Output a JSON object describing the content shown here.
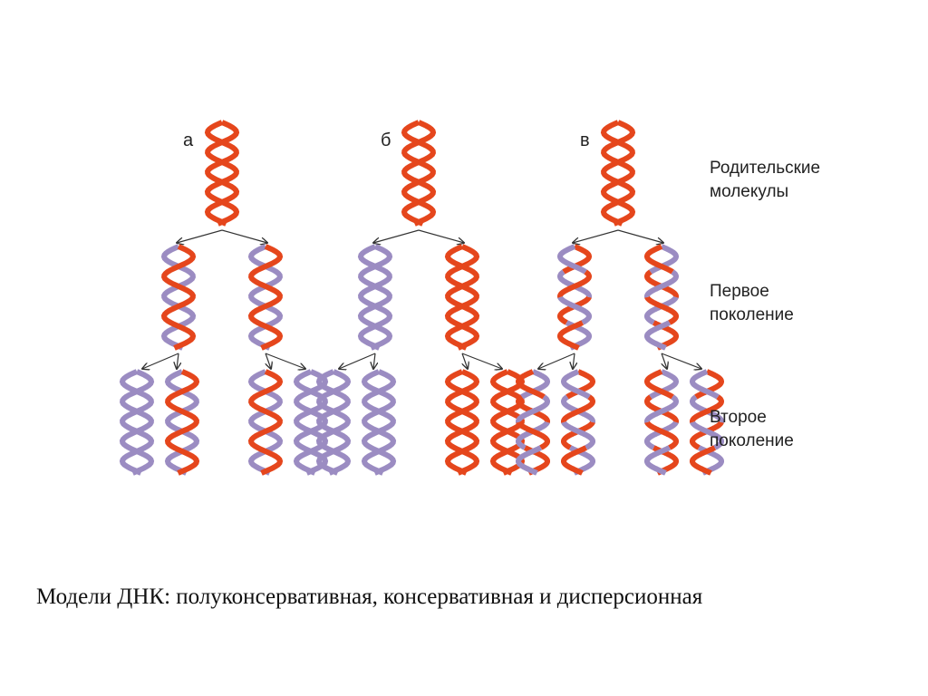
{
  "colors": {
    "parental": "#e5461c",
    "new": "#9b8cc2",
    "arrow": "#333333"
  },
  "models": [
    {
      "letter": "а",
      "parent": [
        "P",
        "P"
      ],
      "gen1": [
        [
          "P",
          "N"
        ],
        [
          "P",
          "N"
        ]
      ],
      "gen2": [
        [
          "N",
          "N"
        ],
        [
          "P",
          "N"
        ],
        [
          "P",
          "N"
        ],
        [
          "N",
          "N"
        ]
      ]
    },
    {
      "letter": "б",
      "parent": [
        "P",
        "P"
      ],
      "gen1": [
        [
          "N",
          "N"
        ],
        [
          "P",
          "P"
        ]
      ],
      "gen2": [
        [
          "N",
          "N"
        ],
        [
          "N",
          "N"
        ],
        [
          "P",
          "P"
        ],
        [
          "P",
          "P"
        ]
      ]
    },
    {
      "letter": "в",
      "parent": [
        "P",
        "P"
      ],
      "gen1": [
        [
          "M",
          "M"
        ],
        [
          "M",
          "M"
        ]
      ],
      "gen2": [
        [
          "M",
          "M"
        ],
        [
          "M",
          "M"
        ],
        [
          "M",
          "M"
        ],
        [
          "M",
          "M"
        ]
      ]
    }
  ],
  "row_labels": {
    "parent": "Родительские\nмолекулы",
    "gen1": "Первое\nпоколение",
    "gen2": "Второе\nпоколение"
  },
  "caption": "Модели ДНК: полуконсервативная, консервативная и дисперсионная"
}
